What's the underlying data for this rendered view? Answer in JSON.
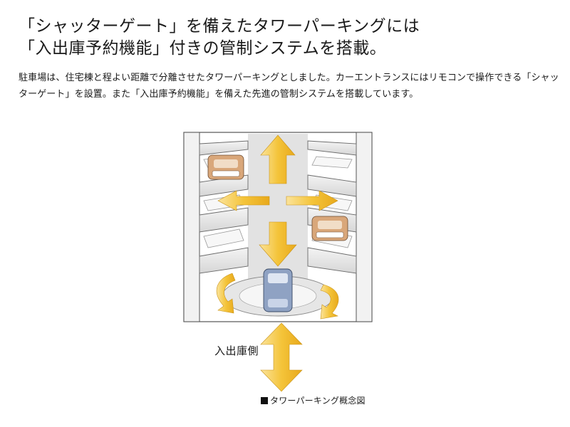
{
  "headline": {
    "line1": "「シャッターゲート」を備えたタワーパーキングには",
    "line2": "「入出庫予約機能」付きの管制システムを搭載。"
  },
  "body": {
    "paragraph": "駐車場は、住宅棟と程よい距離で分離させたタワーパーキングとしました。カーエントランスにはリモコンで操作できる「シャッターゲート」を設置。また「入出庫予約機能」を備えた先進の管制システムを搭載しています。"
  },
  "diagram": {
    "side_label": "入出庫側",
    "caption": "タワーパーキング概念図",
    "colors": {
      "arrow": "#f2c230",
      "arrow_light": "#fbe9a6",
      "frame_stroke": "#555555",
      "floor_light": "#e8e8e8",
      "floor_dark": "#bdbdbd",
      "car_body": "#d9a77a",
      "car_blue": "#8fa2c3"
    }
  }
}
